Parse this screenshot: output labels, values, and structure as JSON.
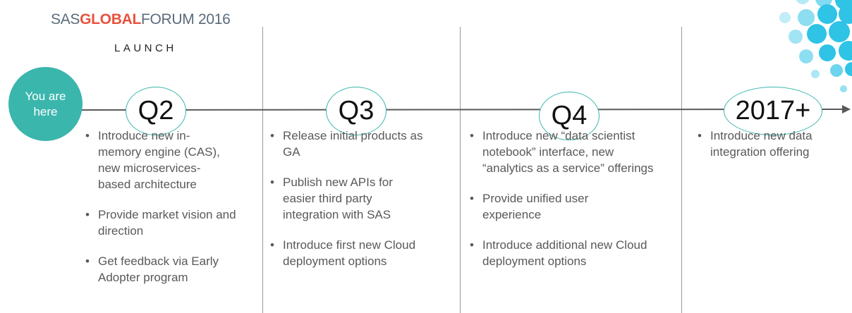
{
  "logo": {
    "sas": "SAS",
    "global": "GLOBAL",
    "forum": "FORUM 2016"
  },
  "launch_label": "LAUNCH",
  "you_are_here": "You are\nhere",
  "milestones": [
    {
      "label": "Q2",
      "bullets": [
        "Introduce new in-memory engine (CAS), new microservices-based architecture",
        "Provide market vision and direction",
        "Get feedback via Early Adopter program"
      ]
    },
    {
      "label": "Q3",
      "bullets": [
        "Release initial products as GA",
        "Publish new APIs for easier third party integration with SAS",
        "Introduce first new Cloud deployment options"
      ]
    },
    {
      "label": "Q4",
      "bullets": [
        "Introduce new “data scientist notebook” interface, new “analytics as a service” offerings",
        "Provide unified user experience",
        "Introduce additional new Cloud deployment options"
      ]
    },
    {
      "label": "2017+",
      "bullets": [
        "Introduce new data integration offering"
      ]
    }
  ],
  "colors": {
    "accent": "#3bb6ad",
    "brand_red": "#e8533f",
    "dots": "#2fc3e6"
  }
}
